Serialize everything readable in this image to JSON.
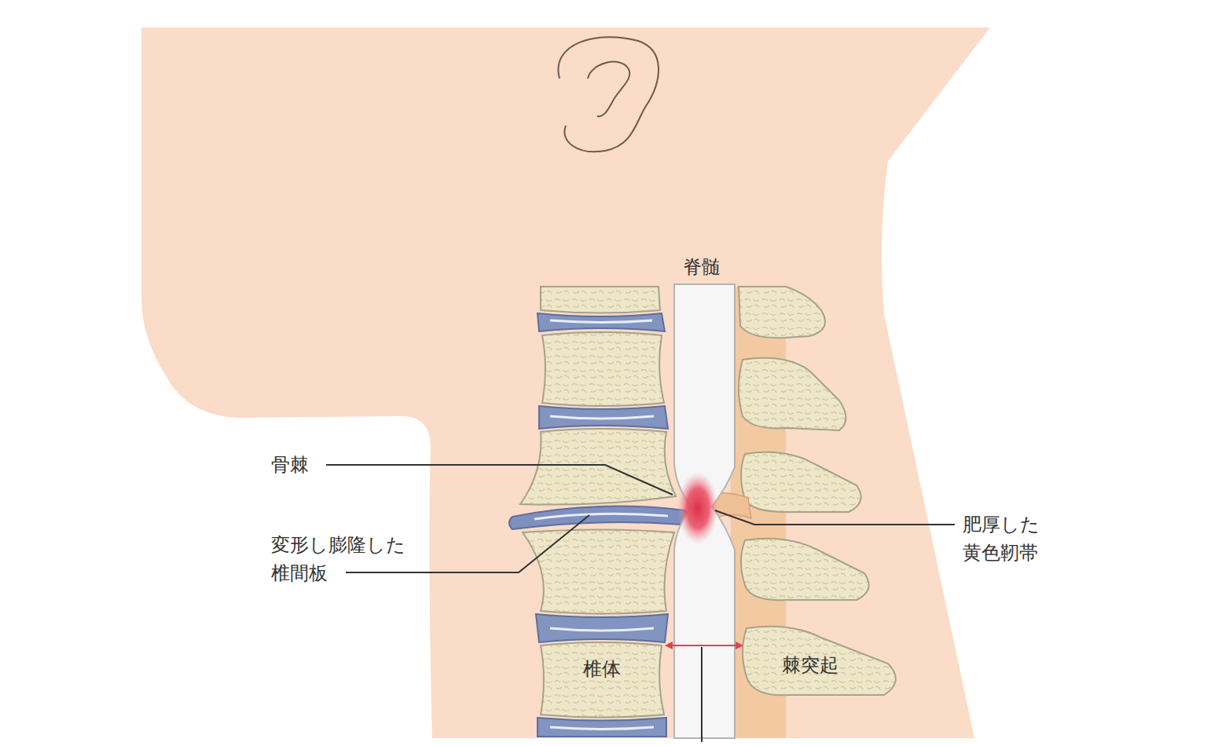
{
  "diagram": {
    "labels": [
      "脊髄",
      "骨棘",
      "変形し膨隆した 椎間板",
      "肥厚した 黄色靭帯",
      "椎体",
      "棘突起"
    ]
  }
}
